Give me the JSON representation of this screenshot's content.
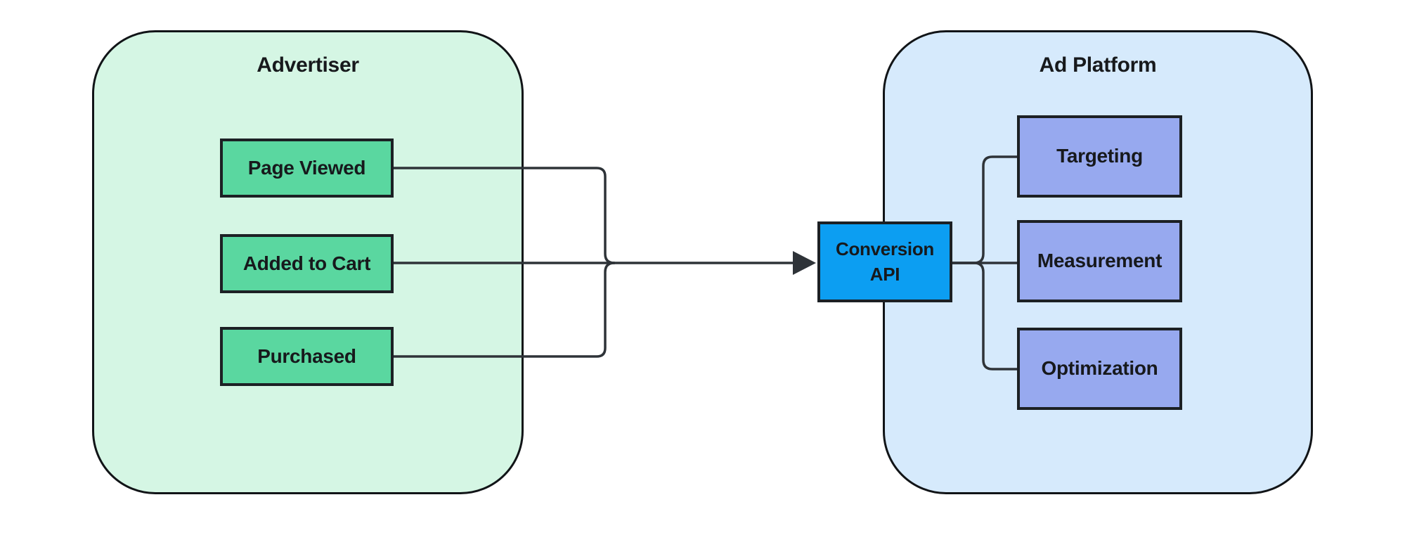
{
  "advertiser": {
    "title": "Advertiser",
    "nodes": [
      {
        "label": "Page Viewed"
      },
      {
        "label": "Added to Cart"
      },
      {
        "label": "Purchased"
      }
    ]
  },
  "conversion_api": {
    "label": "Conversion API"
  },
  "ad_platform": {
    "title": "Ad Platform",
    "nodes": [
      {
        "label": "Targeting"
      },
      {
        "label": "Measurement"
      },
      {
        "label": "Optimization"
      }
    ]
  },
  "colors": {
    "canvas_bg": "#ffffff",
    "advertiser_bg": "#d5f6e4",
    "adplatform_bg": "#d6eafc",
    "green_node": "#5ad7a0",
    "purple_node": "#97a9ef",
    "api_node": "#0c9ef2",
    "container_border": "#111417",
    "node_border": "#1c2024",
    "line_color": "#2e3338",
    "text_color": "#17191c"
  }
}
